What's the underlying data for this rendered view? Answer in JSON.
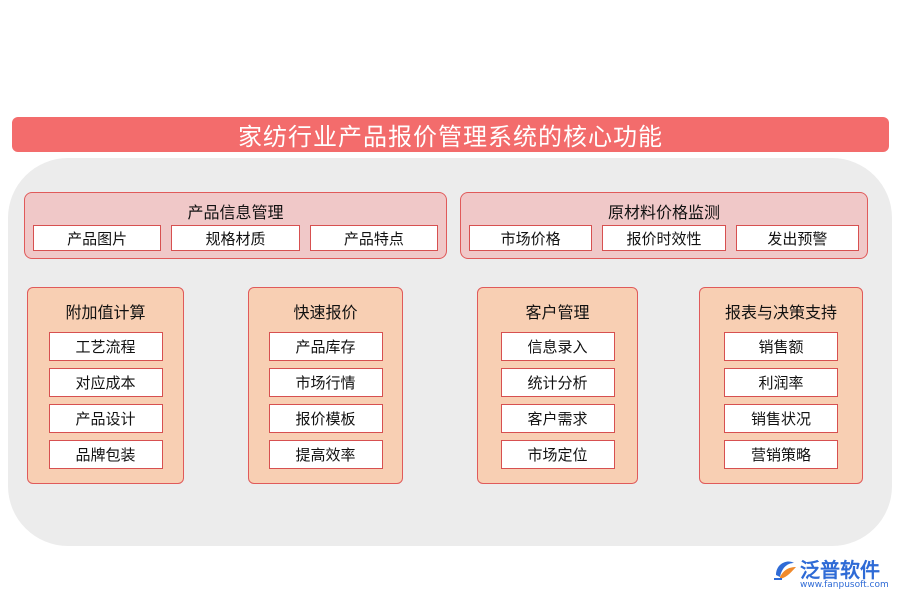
{
  "title": "家纺行业产品报价管理系统的核心功能",
  "top_groups": [
    {
      "title": "产品信息管理",
      "items": [
        "产品图片",
        "规格材质",
        "产品特点"
      ]
    },
    {
      "title": "原材料价格监测",
      "items": [
        "市场价格",
        "报价时效性",
        "发出预警"
      ]
    }
  ],
  "columns": [
    {
      "title": "附加值计算",
      "items": [
        "工艺流程",
        "对应成本",
        "产品设计",
        "品牌包装"
      ]
    },
    {
      "title": "快速报价",
      "items": [
        "产品库存",
        "市场行情",
        "报价模板",
        "提高效率"
      ]
    },
    {
      "title": "客户管理",
      "items": [
        "信息录入",
        "统计分析",
        "客户需求",
        "市场定位"
      ]
    },
    {
      "title": "报表与决策支持",
      "items": [
        "销售额",
        "利润率",
        "销售状况",
        "营销策略"
      ]
    }
  ],
  "logo": {
    "name": "泛普软件",
    "url": "www.fanpusoft.com"
  },
  "colors": {
    "title_bar": "#f36c6c",
    "panel": "#ececec",
    "group_fill": "#f0c8c8",
    "column_fill": "#f8cfb3",
    "border": "#e05a5a",
    "logo": "#2f6bd6"
  }
}
